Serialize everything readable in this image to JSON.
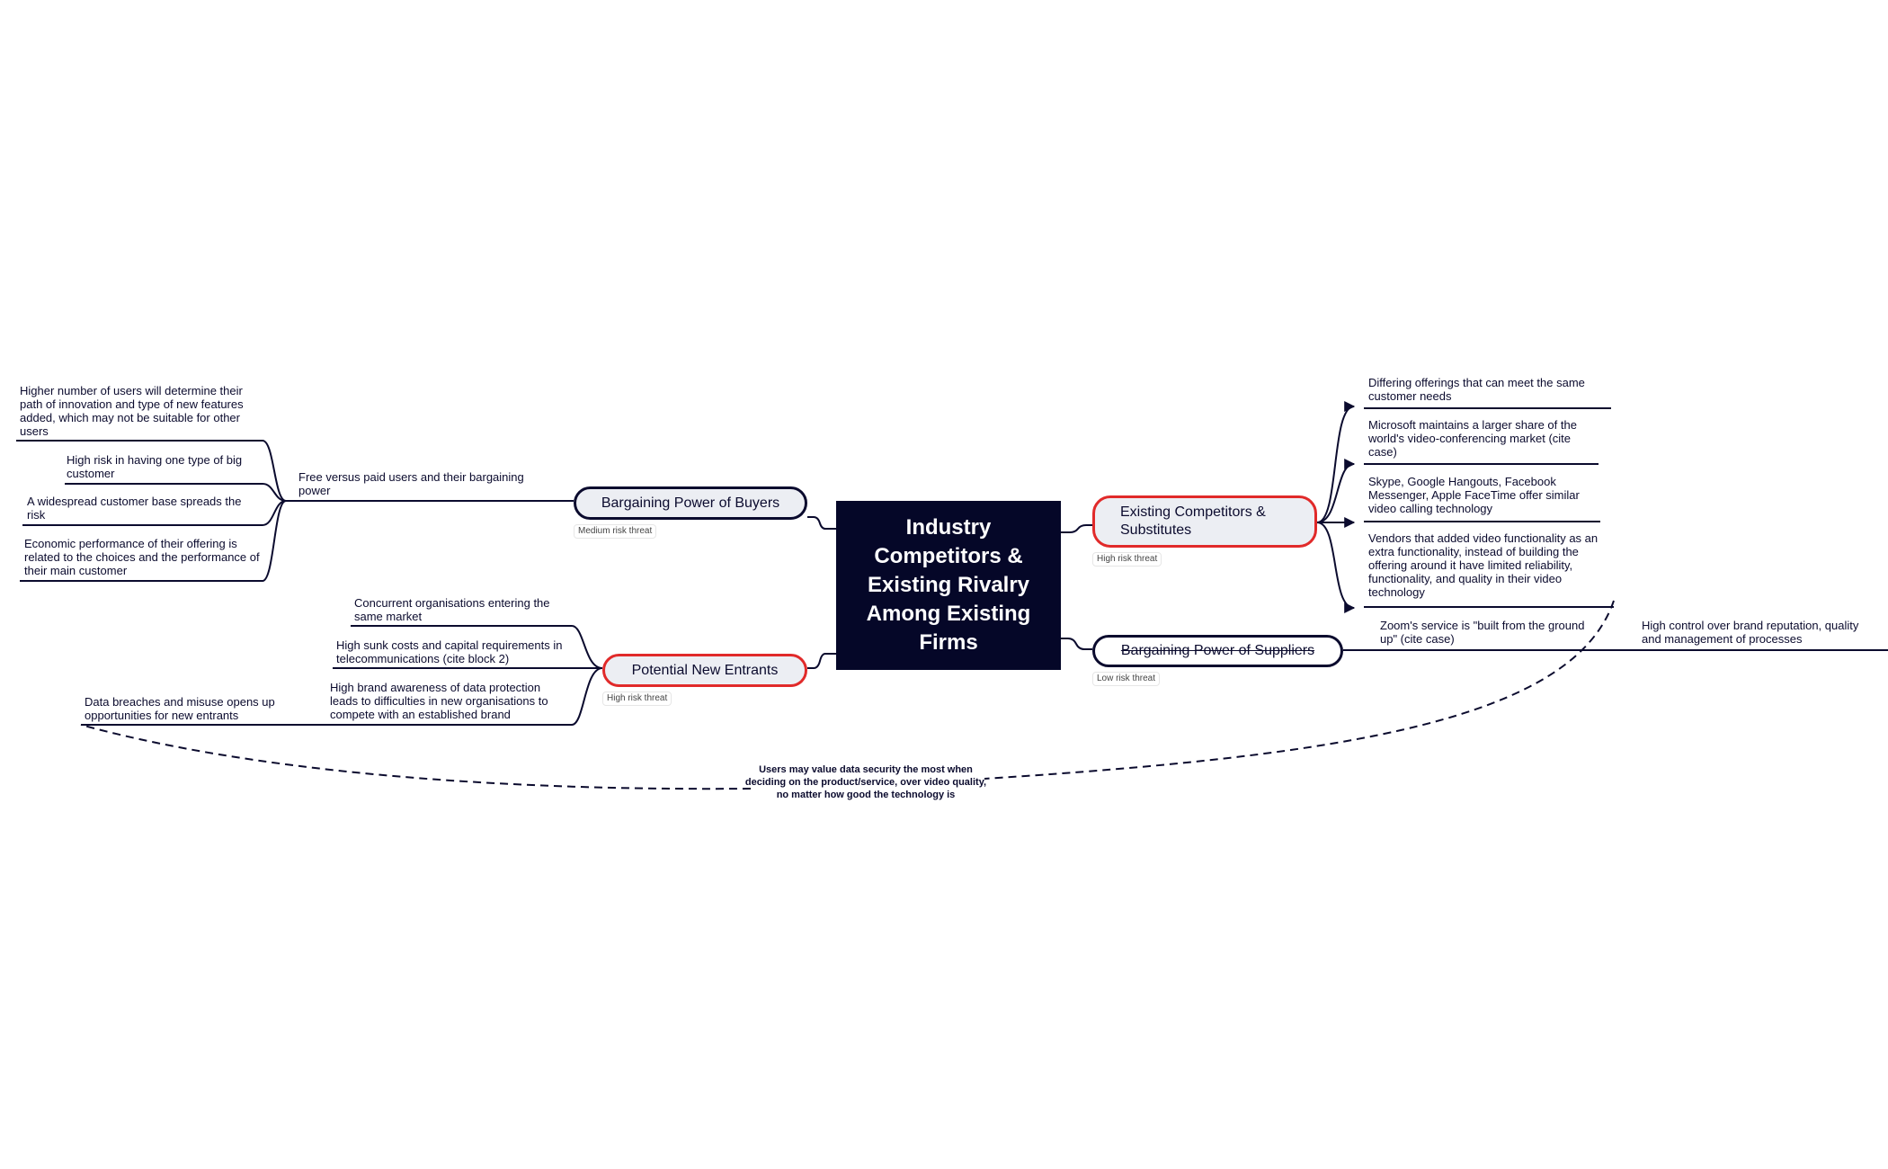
{
  "center": {
    "title": "Industry Competitors & Existing Rivalry Among Existing Firms"
  },
  "buyers": {
    "label": "Bargaining Power of Buyers",
    "threat": "Medium risk threat",
    "sub": "Free versus paid users and their bargaining power",
    "leaves": [
      "Higher number of users will determine their path of innovation and type of new features added, which may not be suitable for other users",
      "High risk in having one type of big customer",
      "A widespread customer base spreads the risk",
      "Economic performance of their offering is related to the choices and the performance of their main customer"
    ]
  },
  "entrants": {
    "label": "Potential New Entrants",
    "threat": "High risk threat",
    "leaves": [
      "Concurrent organisations entering the same market",
      "High sunk costs and capital requirements in telecommunications (cite block 2)",
      "High brand awareness of data protection leads to difficulties in new organisations to compete with an established brand"
    ],
    "sub": "Data breaches and misuse opens up opportunities for new entrants"
  },
  "competitors": {
    "label": "Existing Competitors & Substitutes",
    "threat": "High risk threat",
    "leaves": [
      "Differing offerings that can meet the same customer needs",
      "Microsoft maintains a larger share of the world's video-conferencing market (cite case)",
      "Skype, Google Hangouts, Facebook Messenger, Apple FaceTime offer similar video calling technology",
      "Vendors that added video functionality as an extra functionality, instead of building the offering around it have limited reliability, functionality, and quality in their video technology"
    ]
  },
  "suppliers": {
    "label": "Bargaining Power of Suppliers",
    "threat": "Low risk threat",
    "leaf": "Zoom's service is \"built from the ground up\" (cite case)",
    "sub": "High control over brand reputation, quality and management of processes"
  },
  "relationship": {
    "label": "Users may value data security the most when deciding on the product/service, over video quality, no matter how good the technology is"
  },
  "colors": {
    "center_bg": "#050728",
    "line": "#0b0b2e",
    "high_risk_border": "#e12a2a",
    "pill_bg": "#eceef3"
  }
}
